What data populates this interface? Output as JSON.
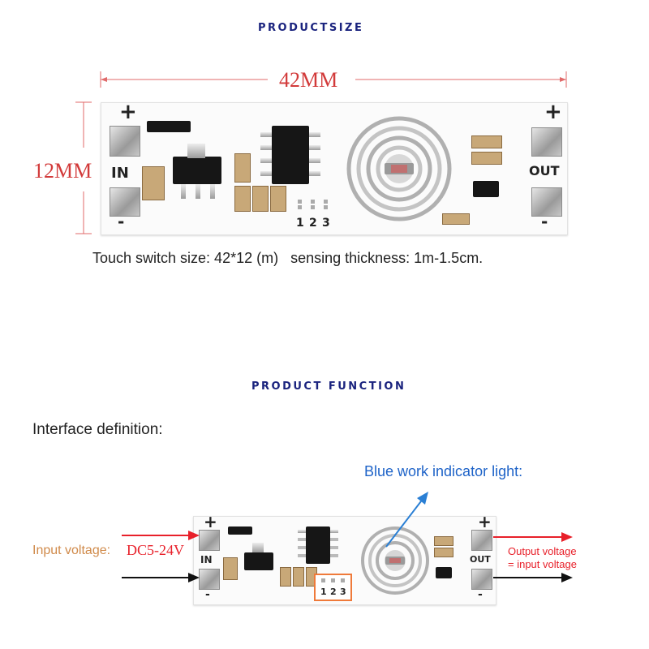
{
  "section1": {
    "heading": "PRODUCTSIZE",
    "width_label": "42MM",
    "height_label": "12MM",
    "caption": "Touch switch size: 42*12 (m)   sensing thickness: 1m-1.5cm."
  },
  "section2": {
    "heading": "PRODUCT FUNCTION",
    "interface_label": "Interface definition:",
    "indicator_label": "Blue work indicator light:",
    "input_label": "Input voltage:",
    "input_value": "DC5-24V",
    "output_label_line1": "Output voltage",
    "output_label_line2": "= input voltage"
  },
  "board": {
    "plus": "+",
    "minus": "-",
    "in_label": "IN",
    "out_label": "OUT",
    "jumper_1": "1",
    "jumper_2": "2",
    "jumper_3": "3"
  },
  "colors": {
    "heading": "#1a237e",
    "dimension": "#d23a3a",
    "input_arrow": "#e8202a",
    "indicator_text": "#1e63c8",
    "input_text": "#d08a4a",
    "jumper_box": "#ef7a3a"
  }
}
